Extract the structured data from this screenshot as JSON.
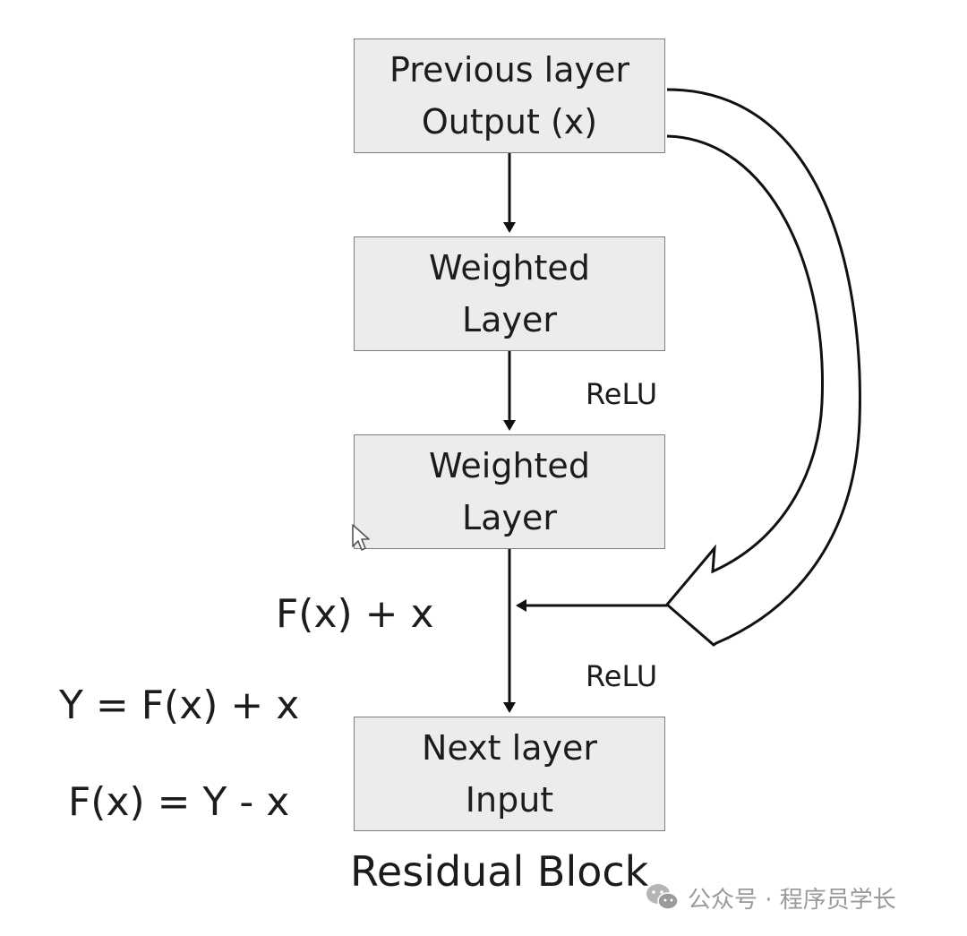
{
  "diagram": {
    "boxes": {
      "previous": {
        "line1": "Previous layer",
        "line2": "Output (x)"
      },
      "weighted_1": {
        "line1": "Weighted",
        "line2": "Layer"
      },
      "weighted_2": {
        "line1": "Weighted",
        "line2": "Layer"
      },
      "next": {
        "line1": "Next layer",
        "line2": "Input"
      }
    },
    "activation_labels": [
      "ReLU",
      "ReLU"
    ],
    "sum_label": "F(x) + x",
    "equations": [
      "Y = F(x) + x",
      "F(x) = Y - x"
    ],
    "caption": "Residual Block"
  },
  "watermark": {
    "icon": "wechat-icon",
    "text": "公众号 · 程序员学长"
  },
  "colors": {
    "box_fill": "#ececec",
    "box_border": "#7d7d7d",
    "line": "#111111",
    "text": "#1c1c1c",
    "watermark": "#9a9a9a"
  }
}
